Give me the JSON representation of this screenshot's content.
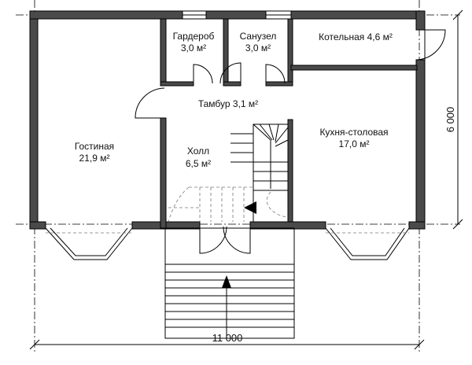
{
  "rooms": {
    "gostinaya": {
      "name": "Гостиная",
      "area": "21,9 м²"
    },
    "garderob": {
      "name": "Гардероб",
      "area": "3,0 м²"
    },
    "sanuzel": {
      "name": "Санузел",
      "area": "3,0 м²"
    },
    "kotelnaya": {
      "label": "Котельная 4,6 м²"
    },
    "tambur": {
      "label": "Тамбур 3,1 м²"
    },
    "holl": {
      "name": "Холл",
      "area": "6,5 м²"
    },
    "kuhnya": {
      "name": "Кухня-столовая",
      "area": "17,0 м²"
    }
  },
  "dimensions": {
    "width": "11 000",
    "height": "6 000"
  },
  "colors": {
    "wall_fill": "#4a4a4a",
    "line": "#000000"
  }
}
